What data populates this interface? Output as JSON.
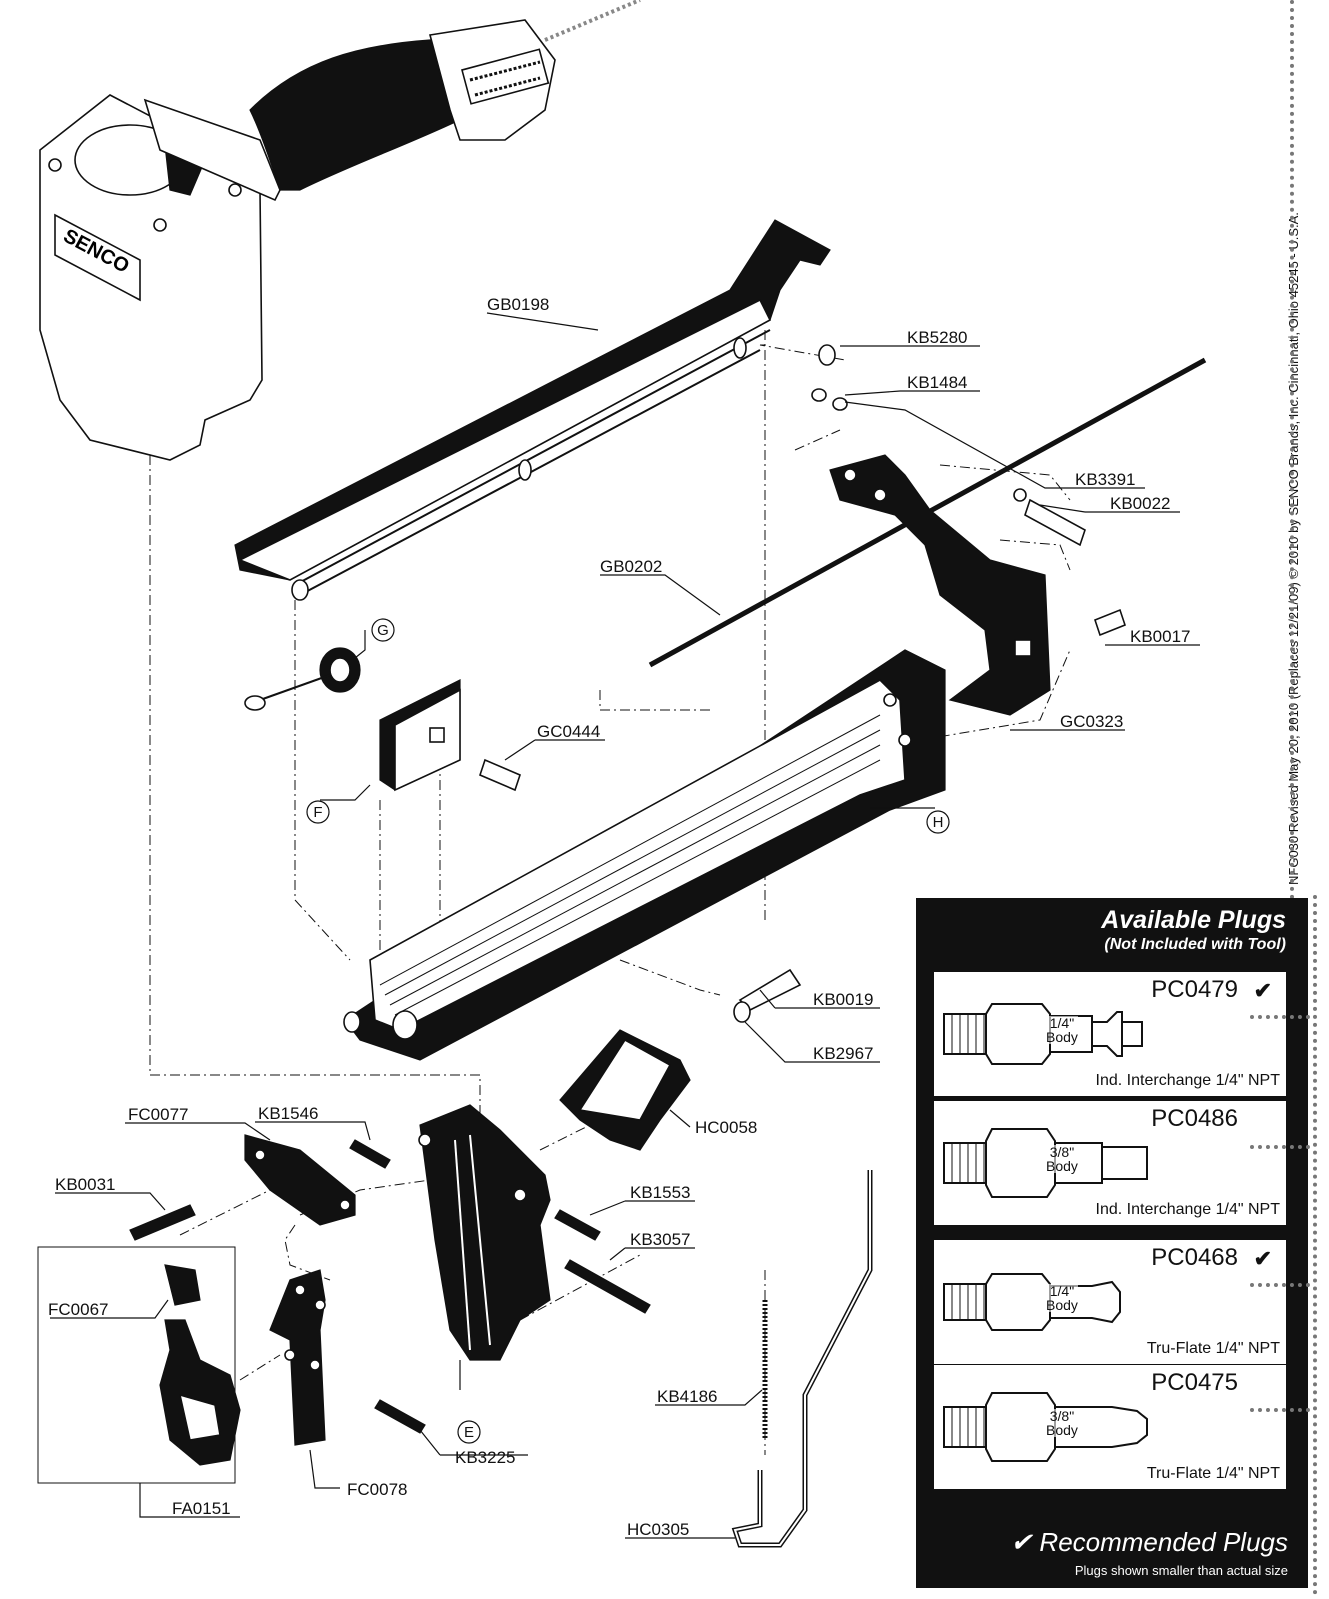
{
  "brand": "SENCO",
  "side_credit": "NFG030  Revised May 20, 2010 (Replaces 12/21/09)   ©  2010 by SENCO Brands, Inc.  Cincinnati, Ohio 45245 - U.S.A.",
  "part_labels": {
    "gb0198": "GB0198",
    "kb5280": "KB5280",
    "kb1484": "KB1484",
    "kb3391": "KB3391",
    "kb0022": "KB0022",
    "gb0202": "GB0202",
    "kb0017": "KB0017",
    "gc0444": "GC0444",
    "gc0323": "GC0323",
    "kb0019": "KB0019",
    "kb2967": "KB2967",
    "fc0077": "FC0077",
    "kb1546": "KB1546",
    "hc0058": "HC0058",
    "kb0031": "KB0031",
    "kb1553": "KB1553",
    "kb3057": "KB3057",
    "fc0067": "FC0067",
    "kb4186": "KB4186",
    "kb3225": "KB3225",
    "fc0078": "FC0078",
    "fa0151": "FA0151",
    "hc0305": "HC0305"
  },
  "callouts": {
    "g": "G",
    "f": "F",
    "h": "H",
    "e": "E"
  },
  "plugs": {
    "title": "Available Plugs",
    "subtitle": "(Not Included with Tool)",
    "items": [
      {
        "code": "PC0479",
        "check": "✔",
        "body": "1/4\"",
        "body_word": "Body",
        "desc": "Ind. Interchange 1/4\" NPT"
      },
      {
        "code": "PC0486",
        "check": "",
        "body": "3/8\"",
        "body_word": "Body",
        "desc": "Ind. Interchange 1/4\" NPT"
      },
      {
        "code": "PC0468",
        "check": "✔",
        "body": "1/4\"",
        "body_word": "Body",
        "desc": "Tru-Flate 1/4\" NPT"
      },
      {
        "code": "PC0475",
        "check": "",
        "body": "3/8\"",
        "body_word": "Body",
        "desc": "Tru-Flate 1/4\" NPT"
      }
    ],
    "footer": "✔ Recommended Plugs",
    "note": "Plugs shown smaller than actual size"
  }
}
